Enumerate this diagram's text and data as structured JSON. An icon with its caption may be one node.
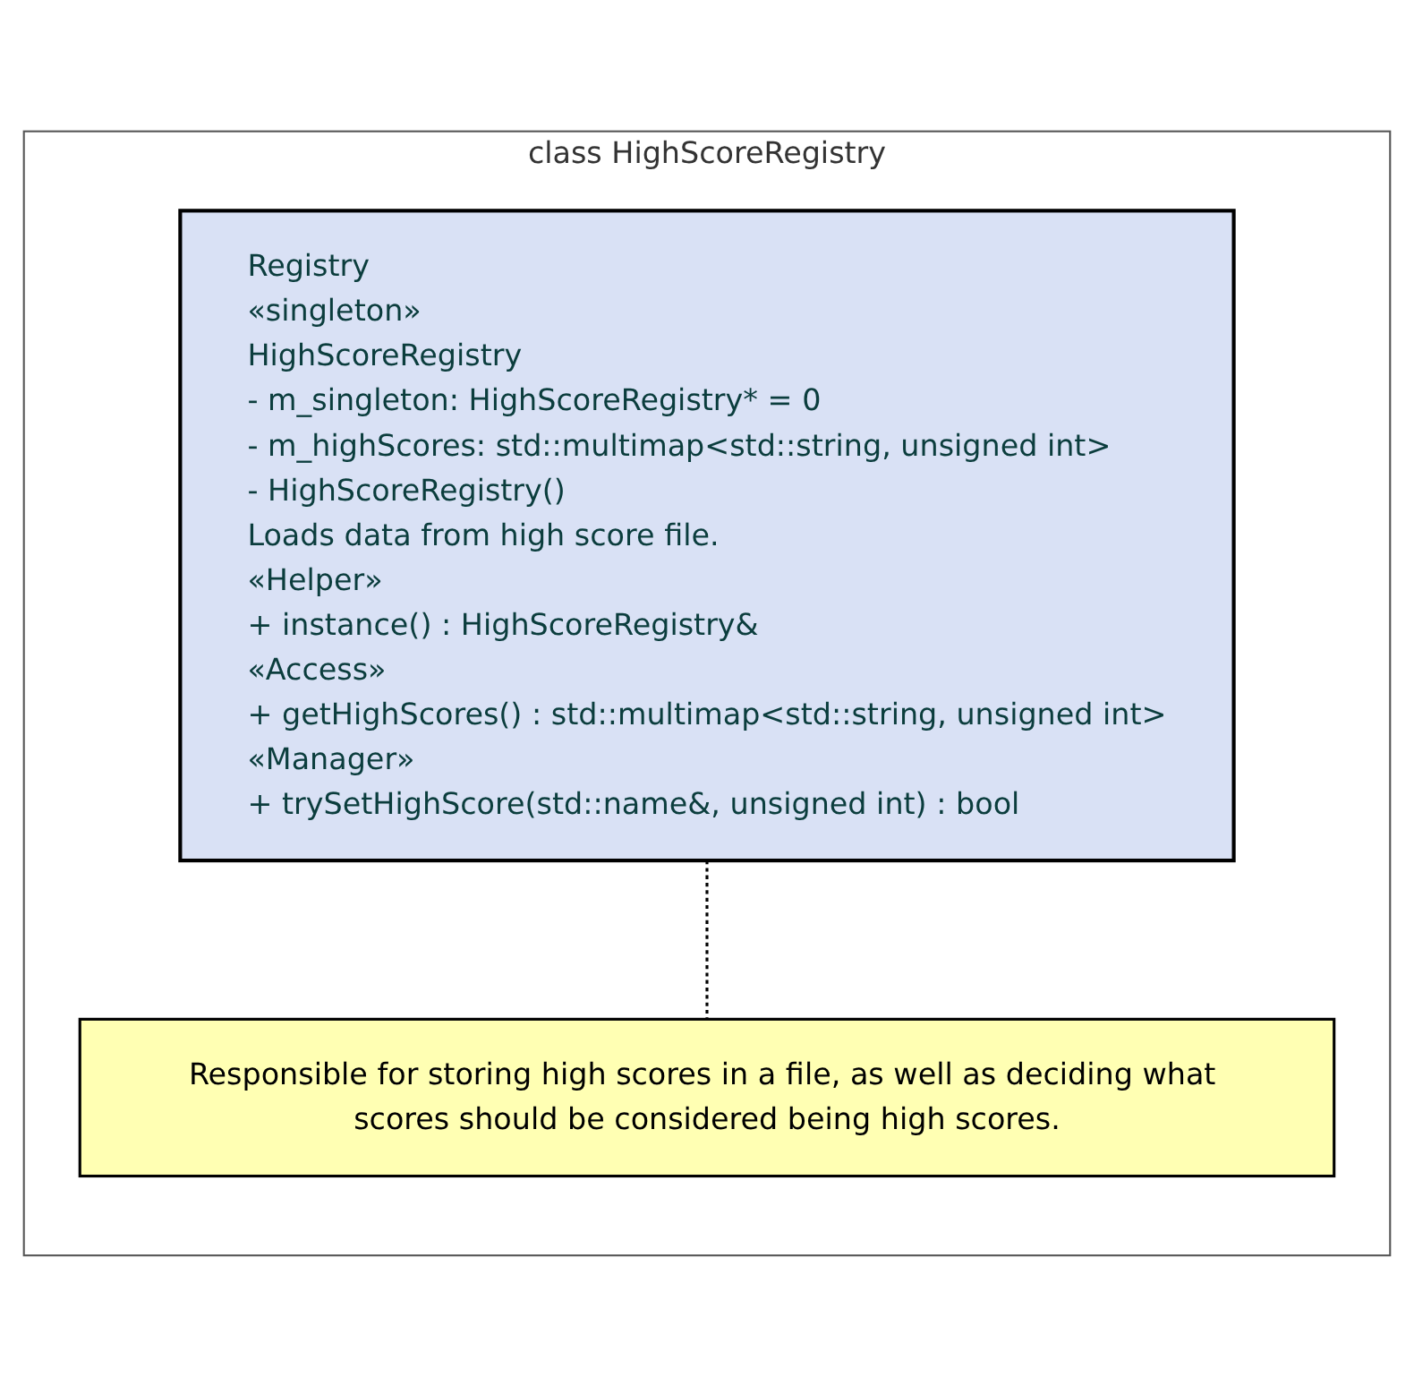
{
  "diagram": {
    "nodes": [
      {
        "text": [
          "class HighScoreRegistry"
        ]
      },
      {
        "text": [
          "Registry",
          "«singleton»",
          "HighScoreRegistry",
          "- m_singleton: HighScoreRegistry* = 0",
          "- m_highScores: std::multimap<std::string, unsigned int>",
          "- HighScoreRegistry()",
          "Loads data from high score file.",
          "«Helper»",
          "+ instance() : HighScoreRegistry&",
          "«Access»",
          "+ getHighScores() : std::multimap<std::string, unsigned int>",
          "«Manager»",
          "+ trySetHighScore(std::name&, unsigned int) : bool"
        ],
        "in": 0
      },
      {
        "text": [
          "Responsible for storing high scores in a file, as well as deciding what scores should be considered being high scores."
        ],
        "in": 0
      }
    ],
    "edges": [
      {
        "from": 1,
        "to": 2,
        "arrow": "none",
        "style": "dashed"
      }
    ]
  }
}
